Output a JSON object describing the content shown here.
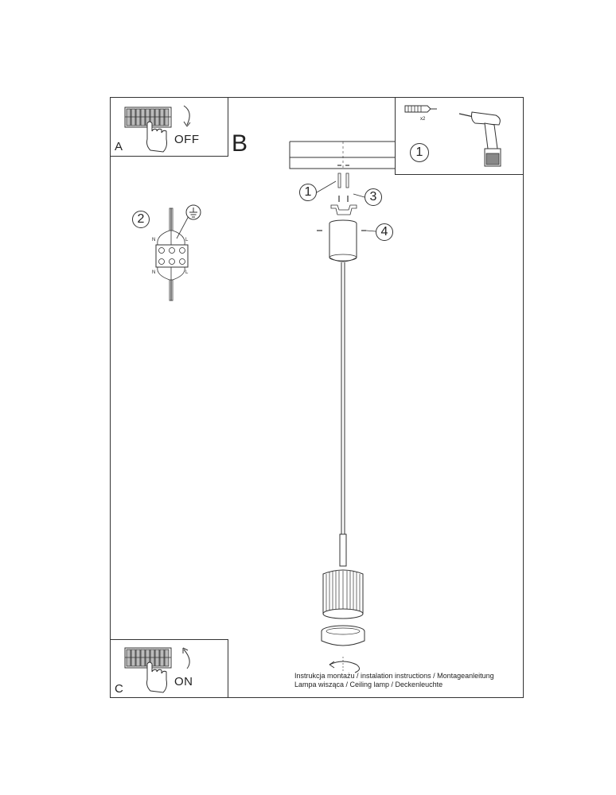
{
  "panels": {
    "a": {
      "letter": "A",
      "state": "OFF"
    },
    "b": {
      "letter": "B"
    },
    "c": {
      "letter": "C",
      "state": "ON"
    }
  },
  "tools": {
    "quantity": "x2"
  },
  "steps": [
    "1",
    "2",
    "3",
    "4",
    "1"
  ],
  "wiring": {
    "left_label": "N",
    "right_label": "L"
  },
  "footer": {
    "line1": "Instrukcja montażu / instalation instructions / Montageanleitung",
    "line2": "Lampa wisząca / Ceiling lamp / Deckenleuchte"
  },
  "icons": {
    "fuse_box": "circuit-breaker-icon",
    "hand": "hand-icon",
    "drill": "drill-icon",
    "ground": "ground-icon"
  }
}
